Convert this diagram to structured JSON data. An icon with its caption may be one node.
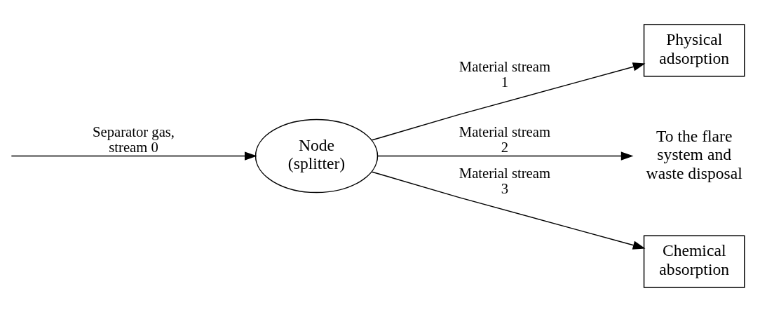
{
  "diagram": {
    "nodes": [
      {
        "text": [
          "Node (splitter)"
        ]
      },
      {
        "text": [
          "Physical adsorption"
        ]
      },
      {
        "text": [
          "To the flare system and waste disposal"
        ]
      },
      {
        "text": [
          "Chemical absorption"
        ]
      }
    ],
    "edges": [
      {
        "from": null,
        "to": 0,
        "arrow": "to",
        "label": "Separator gas, stream 0"
      },
      {
        "from": 0,
        "to": 1,
        "arrow": "to",
        "label": "Material stream 1"
      },
      {
        "from": 0,
        "to": 2,
        "arrow": "to",
        "label": "Material stream 2"
      },
      {
        "from": 0,
        "to": 3,
        "arrow": "to",
        "label": "Material stream 3"
      }
    ]
  }
}
